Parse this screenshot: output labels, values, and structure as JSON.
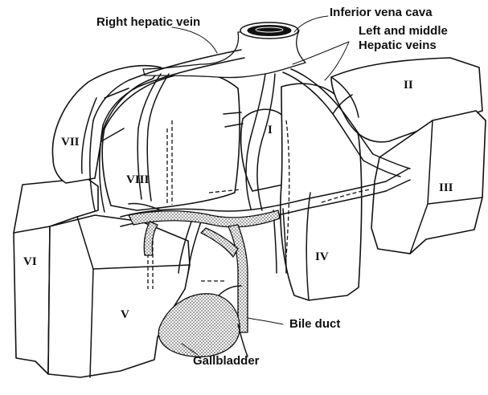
{
  "labels": {
    "right_hepatic_vein": "Right hepatic vein",
    "inferior_vena_cava": "Inferior vena cava",
    "left_middle_line1": "Left and middle",
    "left_middle_line2": "Hepatic veins",
    "bile_duct": "Bile duct",
    "gallbladder": "Gallbladder"
  },
  "segments": {
    "I": "I",
    "II": "II",
    "III": "III",
    "IV": "IV",
    "V": "V",
    "VI": "VI",
    "VII": "VII",
    "VIII": "VIII"
  }
}
